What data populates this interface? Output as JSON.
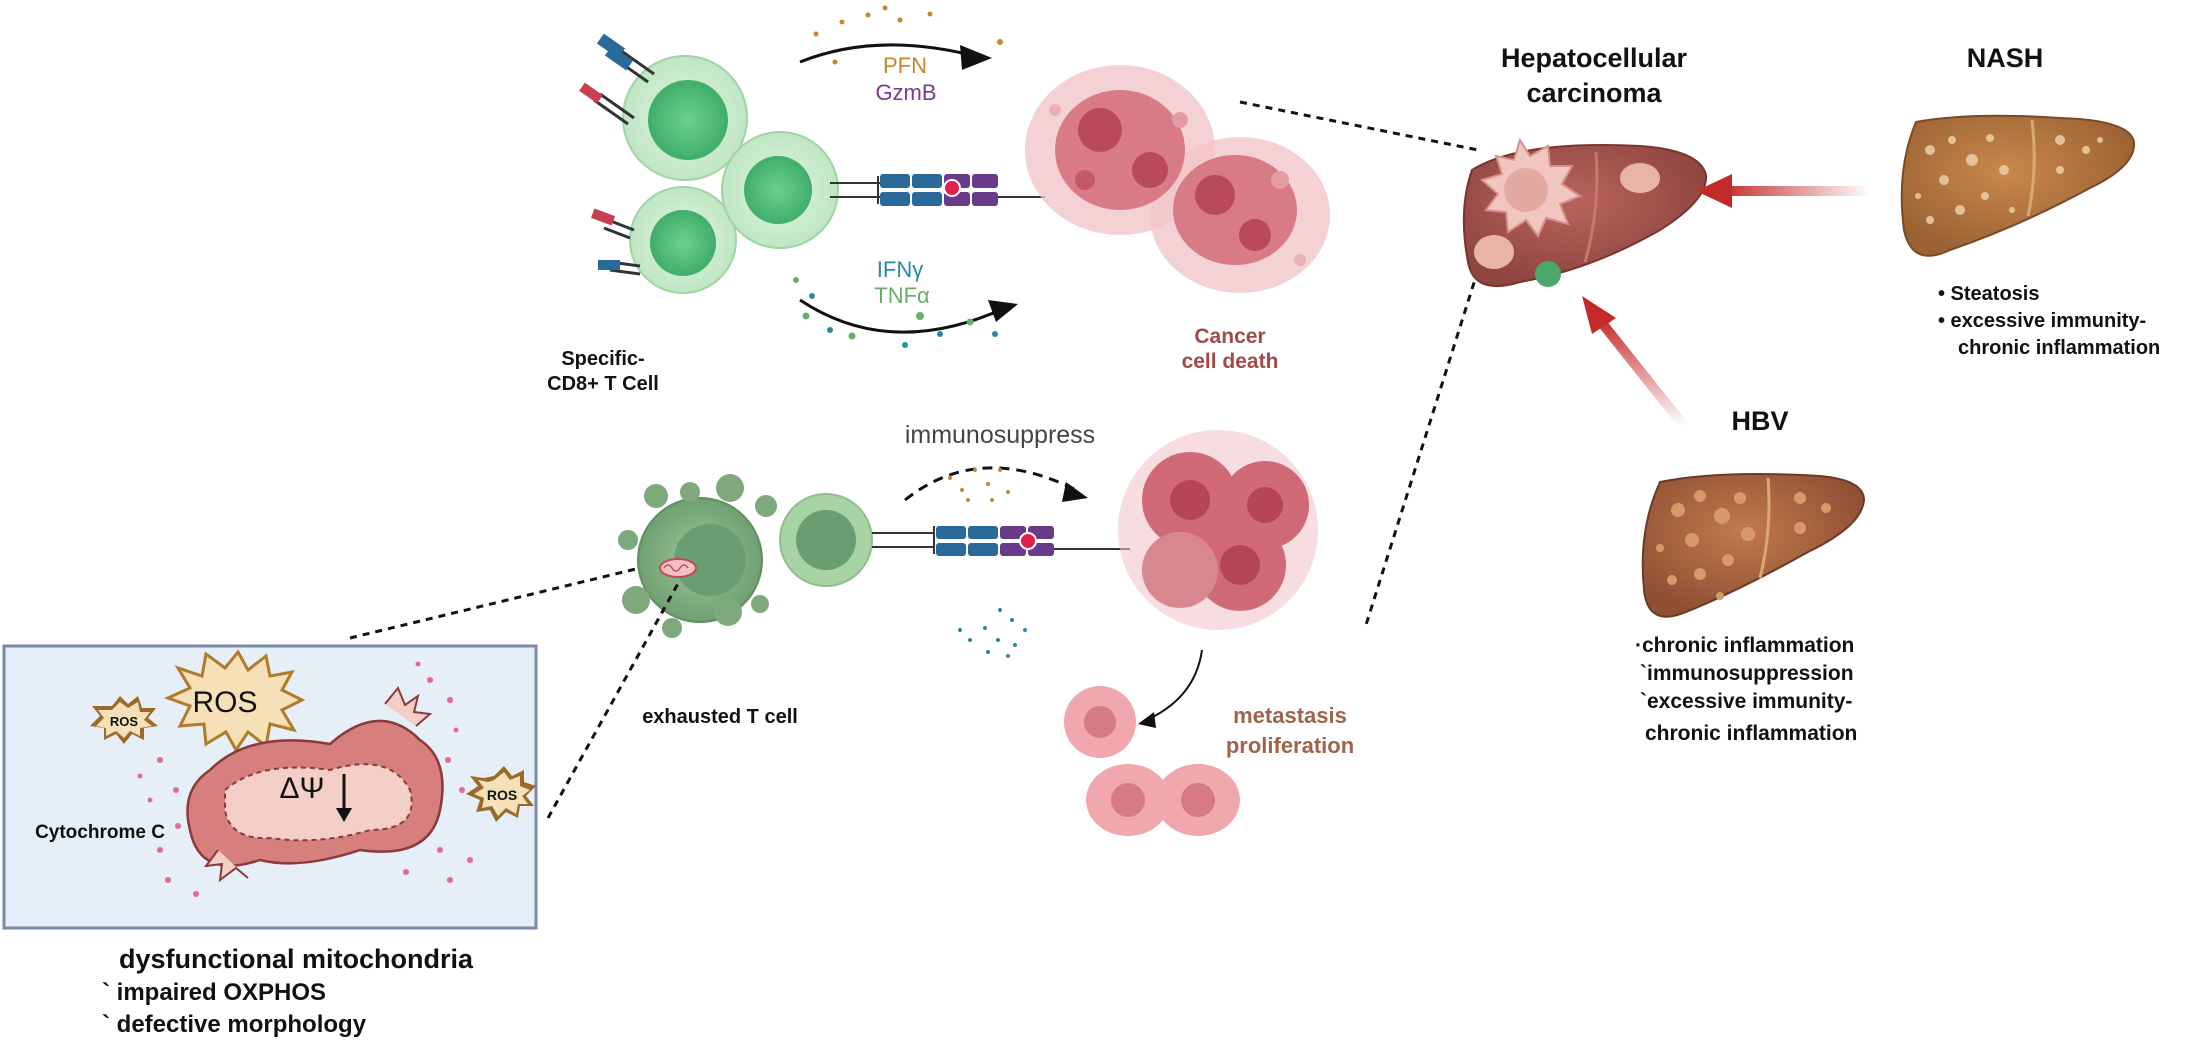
{
  "cd8": {
    "pfn": "PFN",
    "gzmb": "GzmB",
    "ifng": "IFNγ",
    "tnfa": "TNFα",
    "label_line1": "Specific-",
    "label_line2": "CD8+ T Cell"
  },
  "cancer_death": {
    "line1": "Cancer",
    "line2": "cell death"
  },
  "immunosuppress": "immunosuppress",
  "exhausted": "exhausted T cell",
  "metastasis": {
    "line1": "metastasis",
    "line2": "proliferation"
  },
  "mito_box": {
    "ros_big": "ROS",
    "ros_small_left": "ROS",
    "ros_small_right": "ROS",
    "delta_psi": "ΔΨ",
    "cytochrome": "Cytochrome C"
  },
  "mito_caption": {
    "title": "dysfunctional mitochondria",
    "item1": "`  impaired OXPHOS",
    "item2": "` defective  morphology"
  },
  "hcc": {
    "line1": "Hepatocellular",
    "line2": "carcinoma"
  },
  "nash": {
    "title": "NASH",
    "bullet1": "• Steatosis",
    "bullet2": "• excessive immunity-",
    "bullet2b": "chronic inflammation"
  },
  "hbv": {
    "title": "HBV",
    "line1": "·chronic inflammation",
    "line2": "`immunosuppression",
    "line3": "`excessive immunity-",
    "line4": "chronic inflammation"
  },
  "colors": {
    "tcell": "#8fd1a2",
    "tcell_light": "#cdeccf",
    "tcell_dark": "#6a9e72",
    "tcr_blue": "#2a6a9a",
    "mhc_purple": "#6a3a8a",
    "tumor": "#c75a6a",
    "liver": "#a0504a",
    "fatty_liver": "#b07540",
    "red_arrow": "#c52a2a",
    "pfn_color": "#c9872a",
    "gzmb_color": "#7a3b8f",
    "ifng_color": "#2a8aa5",
    "tnfa_color": "#6aae6a",
    "death_text": "#a04a4a",
    "meta_text": "#a0634a"
  }
}
